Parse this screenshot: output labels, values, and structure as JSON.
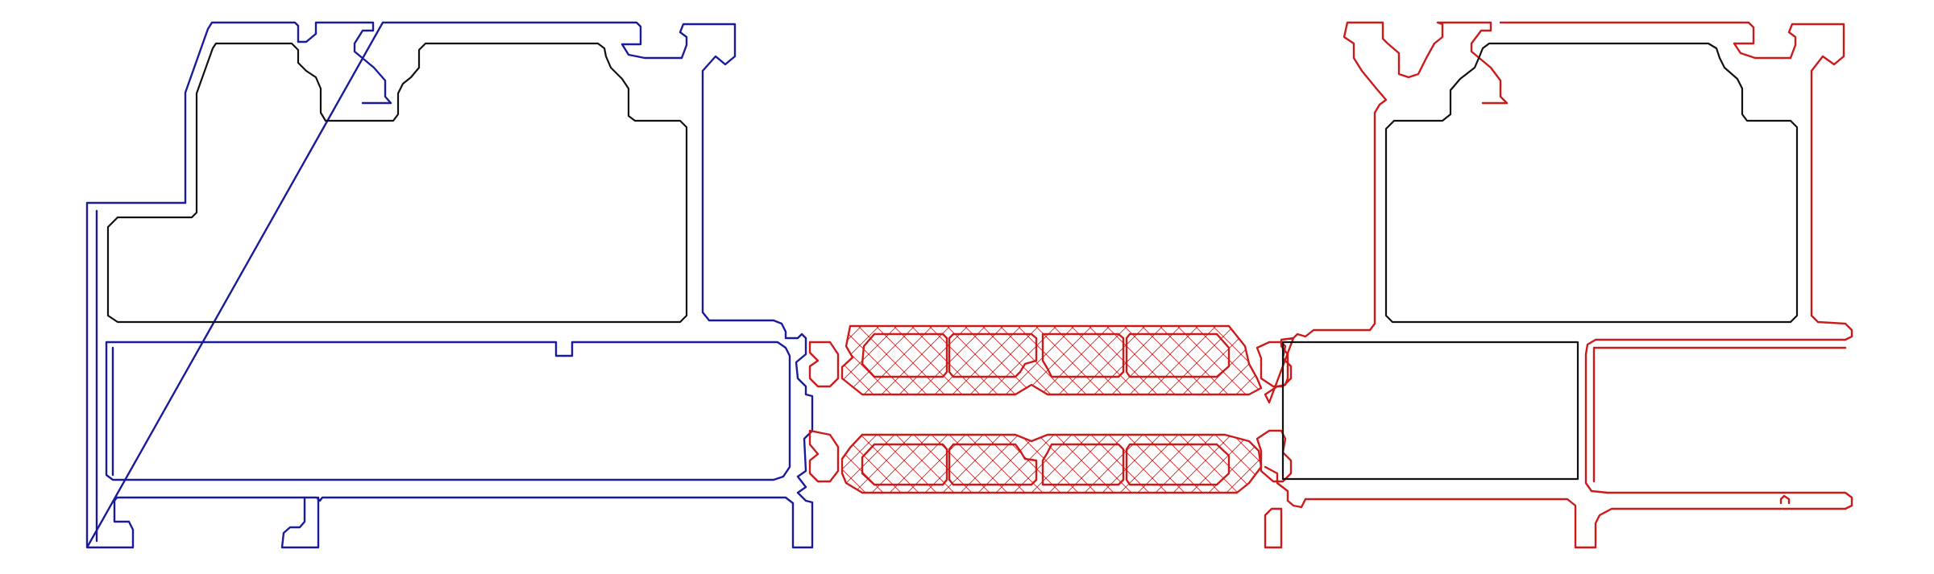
{
  "drawing": {
    "subject": "aluminium-window-profile-cross-section",
    "labels": []
  },
  "colors": {
    "outer_profile": "#1a1a9c",
    "inner_profile": "#cc1a1a",
    "cavity_outline": "#111111",
    "thermal_break_hatch": "#d02020",
    "background": "#ffffff"
  },
  "parts": [
    {
      "name": "outer-frame-profile",
      "color_key": "outer_profile"
    },
    {
      "name": "thermal-break-strip-top",
      "color_key": "inner_profile"
    },
    {
      "name": "thermal-break-strip-bottom",
      "color_key": "inner_profile"
    },
    {
      "name": "inner-frame-profile",
      "color_key": "inner_profile"
    }
  ]
}
